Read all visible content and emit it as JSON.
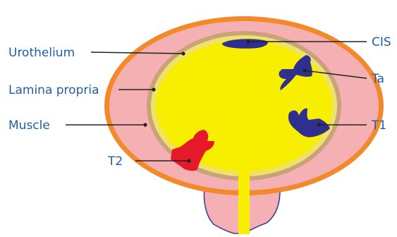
{
  "labels": {
    "urothelium": "Urothelium",
    "lamina_propria": "Lamina propria",
    "muscle": "Muscle",
    "t2": "T2",
    "cis": "CIS",
    "ta": "Ta",
    "t1": "T1"
  },
  "colors": {
    "outer_rim": "#f28a2c",
    "muscle": "#f4b0b3",
    "lamina_propria": "#c9a27a",
    "urothelium": "#efe26a",
    "lumen": "#f8ee00",
    "tumor_blue": "#2e2f8f",
    "tumor_red": "#e6192a",
    "urethra_fill": "#f4b0b3",
    "urethra_outline": "#3d3d99",
    "label_text": "#1f5fa9",
    "leader_line": "#222222"
  }
}
